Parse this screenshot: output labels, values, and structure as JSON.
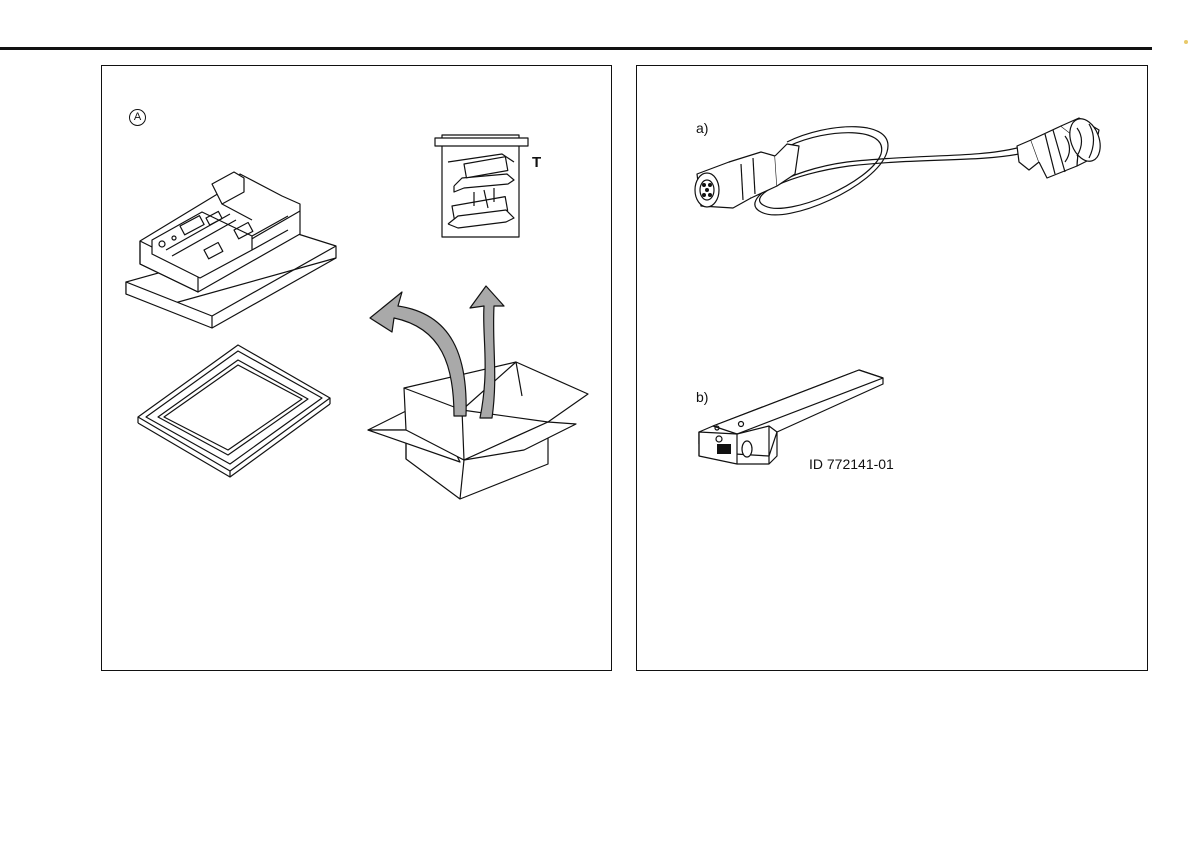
{
  "colors": {
    "ink": "#111111",
    "arrow_fill": "#a9a9a9",
    "panel_bg": "#ffffff"
  },
  "left_panel": {
    "marker_label": "A",
    "detail_label": "T"
  },
  "right_panel": {
    "item_a_label": "a)",
    "item_b_label": "b)",
    "item_b_id": "ID 772141-01"
  }
}
